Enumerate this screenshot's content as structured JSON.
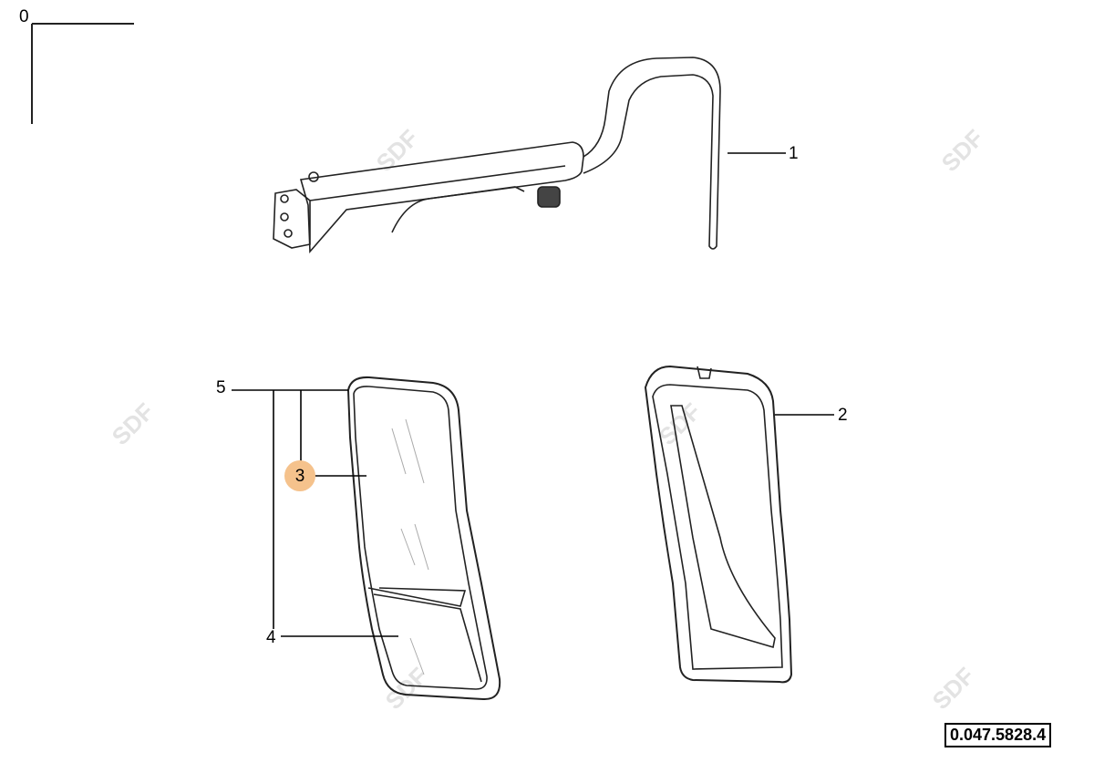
{
  "diagram": {
    "frame_label": "0",
    "reference_code": "0.047.5828.4",
    "watermark": "SDF",
    "highlight_color": "#f5c28c",
    "callouts": [
      {
        "label": "1",
        "part": "mirror-arm-bracket"
      },
      {
        "label": "2",
        "part": "mirror-housing"
      },
      {
        "label": "3",
        "part": "main-mirror-glass",
        "highlighted": true
      },
      {
        "label": "4",
        "part": "lower-wide-angle-glass"
      },
      {
        "label": "5",
        "part": "mirror-head-assembly"
      }
    ]
  }
}
